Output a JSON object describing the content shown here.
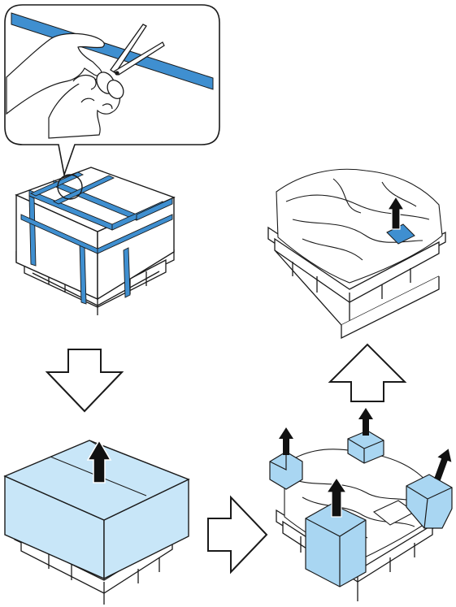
{
  "steps": [
    {
      "id": "cut-bands",
      "icon": "scissors-icon"
    },
    {
      "id": "lift-cover",
      "icon": "up-arrow-icon"
    },
    {
      "id": "remove-corner-blocks",
      "icon": "up-arrow-icon"
    },
    {
      "id": "remove-bag-item",
      "icon": "up-arrow-icon"
    }
  ],
  "colors": {
    "band": "#3f8fd0",
    "cover": "#c8e6f8",
    "foam": "#a9d6f2",
    "line": "#1a1a1a",
    "arrow": "#111111"
  },
  "flow_arrows": [
    "down",
    "right",
    "up"
  ]
}
